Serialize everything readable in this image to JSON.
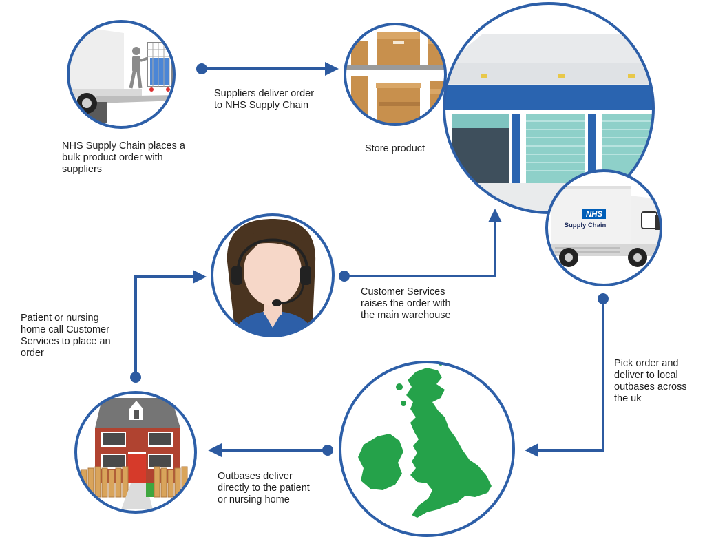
{
  "colors": {
    "flow_blue": "#2c5aa0",
    "ring_blue": "#2d5fa8",
    "nhs_blue": "#005eb8",
    "uk_green": "#25a24a",
    "box_brown": "#c8904d",
    "brick_red": "#b04330"
  },
  "steps": {
    "bulk_order": "NHS Supply Chain places a\nbulk product order with\nsuppliers",
    "suppliers_deliver": "Suppliers deliver order\nto NHS Supply Chain",
    "store_product": "Store product",
    "customer_services": "Customer Services\nraises the order with\nthe main warehouse",
    "patient_call": "Patient or nursing\nhome call Customer\nServices to place an\norder",
    "pick_order": "Pick order and\ndeliver to local\noutbases across\nthe uk",
    "outbases_deliver": "Outbases deliver\ndirectly to the patient\nor nursing home"
  },
  "truck_logo": {
    "nhs": "NHS",
    "name": "Supply Chain"
  },
  "icons": {
    "supplier_truck": "truck-unloading-icon",
    "boxes": "storage-shelves-icon",
    "warehouse": "warehouse-icon",
    "delivery_truck": "nhs-delivery-truck-icon",
    "agent": "call-centre-agent-icon",
    "house": "house-icon",
    "map": "uk-map-icon"
  }
}
